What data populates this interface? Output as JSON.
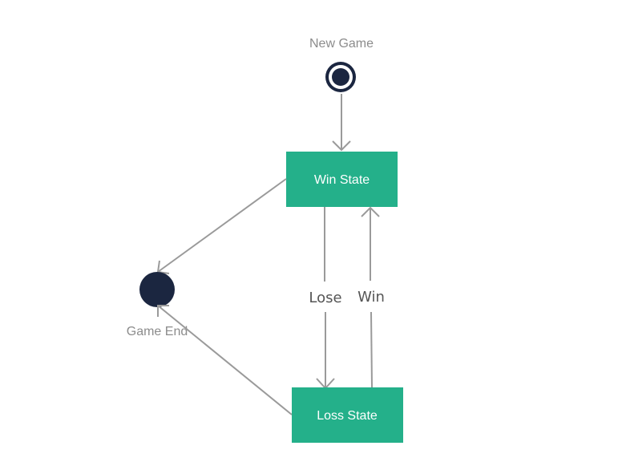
{
  "colors": {
    "state_fill": "#24b08a",
    "pseudo_fill": "#1b2640",
    "edge": "#9a9a9a",
    "pseudo_label": "#8c8c8c",
    "edge_label": "#555555",
    "state_label": "#ffffff"
  },
  "nodes": {
    "start": {
      "label": "New Game",
      "icon": "initial-state-icon"
    },
    "win": {
      "label": "Win State"
    },
    "loss": {
      "label": "Loss State"
    },
    "end": {
      "label": "Game End",
      "icon": "final-state-icon"
    }
  },
  "edges": {
    "lose": {
      "label": "Lose"
    },
    "win": {
      "label": "Win"
    }
  }
}
